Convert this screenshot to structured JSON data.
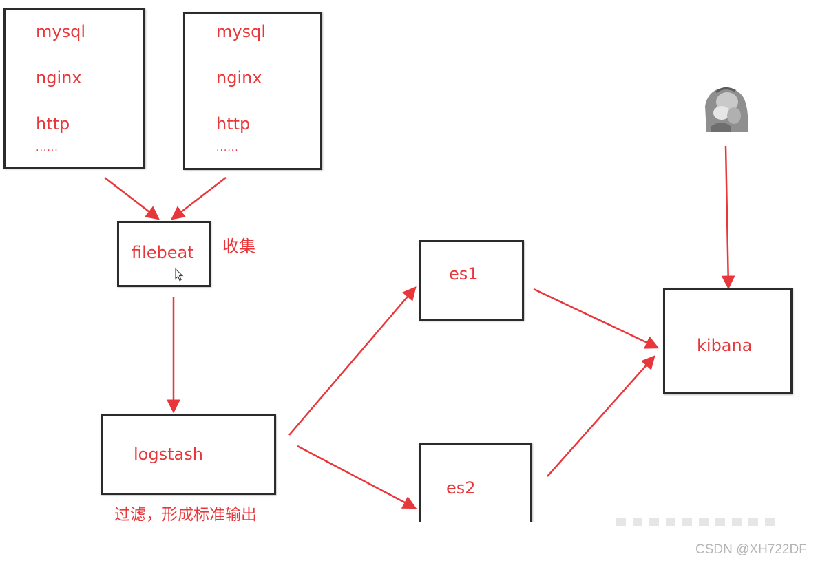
{
  "source_box_1": {
    "items": [
      "mysql",
      "nginx",
      "http"
    ],
    "ellipsis": "......"
  },
  "source_box_2": {
    "items": [
      "mysql",
      "nginx",
      "http"
    ],
    "ellipsis": "......"
  },
  "filebeat": {
    "label": "filebeat",
    "note": "收集"
  },
  "logstash": {
    "label": "logstash",
    "note": "过滤，形成标准输出"
  },
  "es1": {
    "label": "es1"
  },
  "es2": {
    "label": "es2"
  },
  "kibana": {
    "label": "kibana"
  },
  "watermark": "CSDN @XH722DF",
  "colors": {
    "accent": "#e8373a",
    "border": "#2b2b2b",
    "watermark": "#b5b5b5"
  },
  "icons": {
    "user": "avatar-icon",
    "pointer": "mouse-cursor-icon"
  }
}
